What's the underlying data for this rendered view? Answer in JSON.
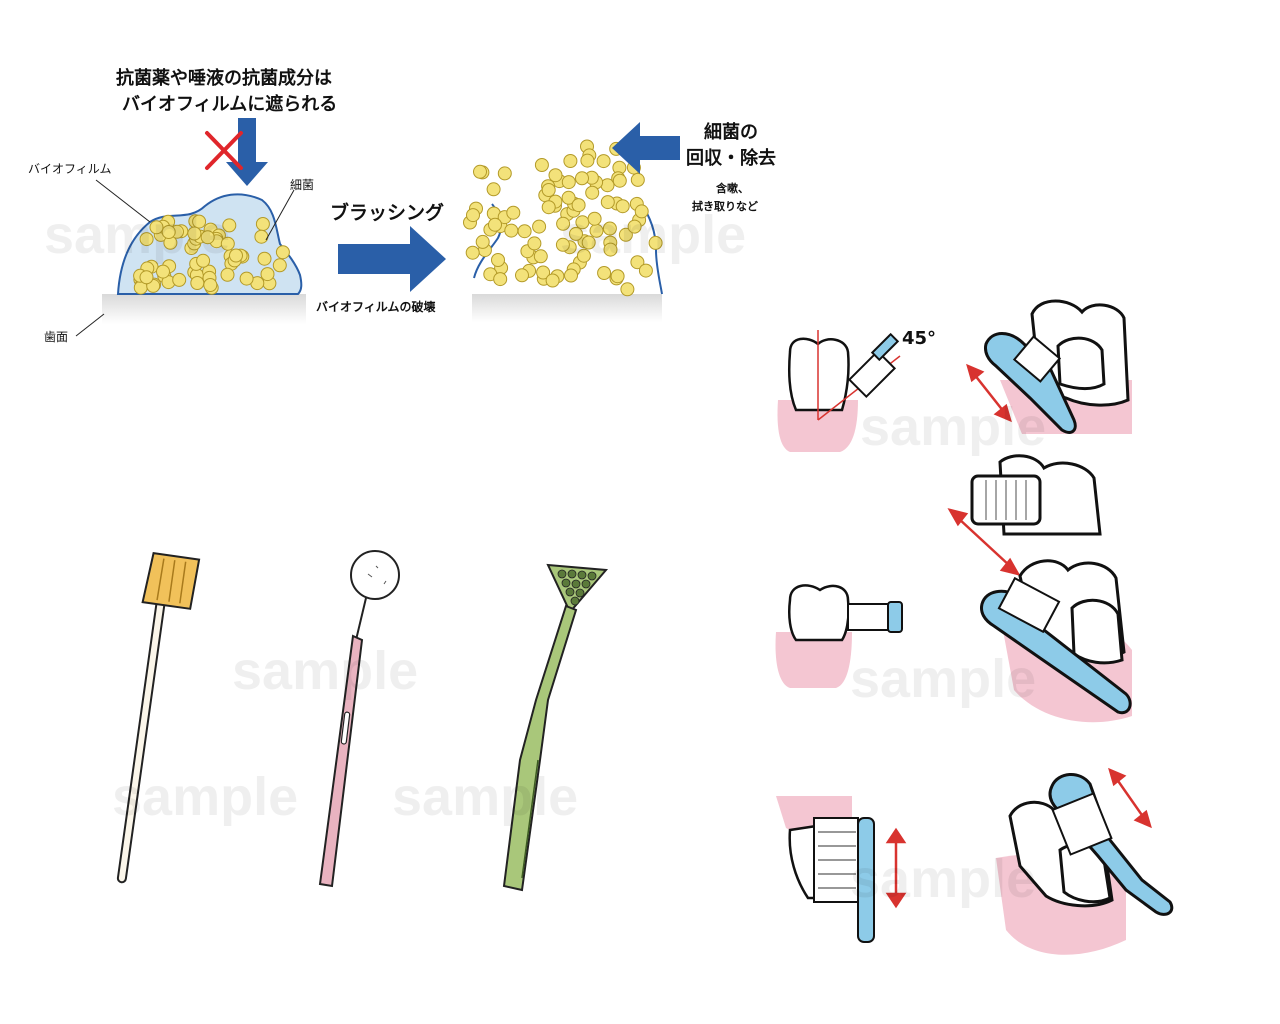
{
  "biofilm_diagram": {
    "top_caption_line1": "抗菌薬や唾液の抗菌成分は",
    "top_caption_line2": "バイオフィルムに遮られる",
    "label_biofilm": "バイオフィルム",
    "label_bacteria": "細菌",
    "label_tooth_surface": "歯面",
    "arrow_label_brushing": "ブラッシング",
    "arrow_label_destruction": "バイオフィルムの破壊",
    "right_caption_line1": "細菌の",
    "right_caption_line2": "回収・除去",
    "right_note_line1": "含嗽、",
    "right_note_line2": "拭き取りなど"
  },
  "brushing_technique": {
    "angle_label": "45°"
  },
  "watermark_text": "sample",
  "colors": {
    "arrow_blue": "#2a5fa8",
    "biofilm_fill": "#cfe3f2",
    "bacteria_yellow": "#f3e27a",
    "cross_red": "#e0262b",
    "gum_pink": "#f4c6d2",
    "brush_blue": "#8dcbe8",
    "sponge_orange": "#f1c15a",
    "mirror_pink": "#e9b3c0",
    "scraper_green": "#a9c77a"
  },
  "icons": [
    "cross-mark-icon",
    "down-arrow-icon",
    "right-arrow-icon",
    "left-arrow-icon",
    "double-headed-arrow-icon"
  ]
}
